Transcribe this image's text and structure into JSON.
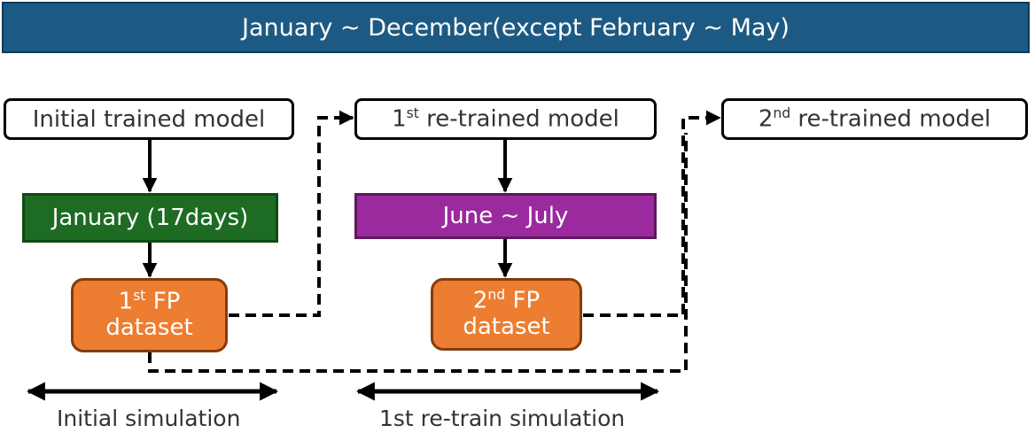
{
  "banner": "January ~ December(except February ~ May)",
  "nodes": {
    "initial_model": "Initial trained model",
    "retrained1": {
      "num": "1",
      "sup": "st",
      "rest": " re-trained model"
    },
    "retrained2": {
      "num": "2",
      "sup": "nd",
      "rest": " re-trained model"
    },
    "january": "January (17days)",
    "june_july": "June ~ July",
    "fp1": {
      "num": "1",
      "sup": "st",
      "rest": " FP",
      "line2": "dataset"
    },
    "fp2": {
      "num": "2",
      "sup": "nd",
      "rest": " FP",
      "line2": "dataset"
    }
  },
  "captions": {
    "initial": "Initial simulation",
    "retrain1": "1st re-train simulation"
  },
  "colors": {
    "banner": "#1d5a83",
    "january": "#1e6b23",
    "june_july": "#9b2a9e",
    "fp": "#ed7d31"
  }
}
